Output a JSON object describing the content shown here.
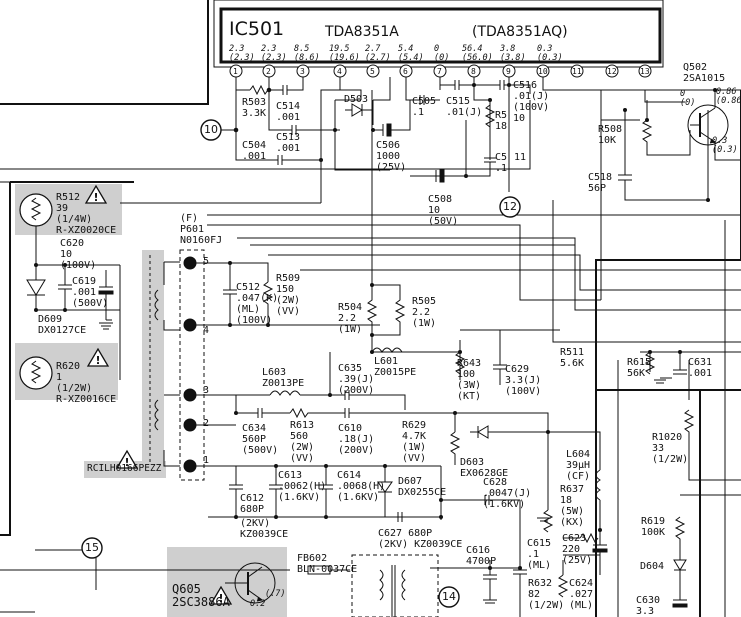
{
  "ic": {
    "ref": "IC501",
    "part": "TDA8351A",
    "alt": "(TDA8351AQ)"
  },
  "ic_pins": [
    "1",
    "2",
    "3",
    "4",
    "5",
    "6",
    "7",
    "8",
    "9",
    "10",
    "11",
    "12",
    "13"
  ],
  "ic_pin_voltages": [
    [
      "2.3",
      "(2.3)"
    ],
    [
      "2.3",
      "(2.3)"
    ],
    [
      "8.5",
      "(8.6)"
    ],
    [
      "19.5",
      "(19.6)"
    ],
    [
      "2.7",
      "(2.7)"
    ],
    [
      "5.4",
      "(5.4)"
    ],
    [
      "0",
      "(0)"
    ],
    [
      "56.4",
      "(56.0)"
    ],
    [
      "3.8",
      "(3.8)"
    ],
    [
      "0.3",
      "(0.3)"
    ]
  ],
  "nodes": {
    "n10": "10",
    "n12": "12",
    "n14": "14",
    "n15": "15"
  },
  "transistors": {
    "q502": {
      "ref": "Q502",
      "part": "2SA1015",
      "v1": "0",
      "v1b": "(0)",
      "v2": "0.86",
      "v2b": "(0.86)",
      "v3": "0.3",
      "v3b": "(0.3)"
    },
    "q605": {
      "ref": "Q605",
      "part": "2SC3886A",
      "v1": "0.2",
      "v2": "(.7)"
    }
  },
  "connector": {
    "title": "(F)",
    "ref": "P601",
    "part": "N0160FJ",
    "pins": [
      "5",
      "4",
      "3",
      "2",
      "1"
    ]
  },
  "flyback": {
    "ref": "FB602",
    "part": "BLN-0037CE"
  },
  "coil_part": "RCILH0166PEZZ",
  "components": [
    {
      "id": "r503",
      "lines": [
        "R503",
        "3.3K"
      ]
    },
    {
      "id": "c514",
      "lines": [
        "C514",
        ".001"
      ]
    },
    {
      "id": "c513",
      "lines": [
        "C513",
        ".001"
      ]
    },
    {
      "id": "c504",
      "lines": [
        "C504",
        ".001"
      ]
    },
    {
      "id": "d503",
      "lines": [
        "D503"
      ]
    },
    {
      "id": "c505",
      "lines": [
        "C505",
        ".1"
      ]
    },
    {
      "id": "c515",
      "lines": [
        "C515",
        ".01(J)"
      ]
    },
    {
      "id": "c516",
      "lines": [
        "C516",
        ".01(J)",
        "(100V)",
        "10"
      ]
    },
    {
      "id": "r5",
      "lines": [
        "R5",
        "18"
      ]
    },
    {
      "id": "c506",
      "lines": [
        "C506",
        "1000",
        "(25V)"
      ]
    },
    {
      "id": "c5",
      "lines": [
        "C5",
        ".1"
      ]
    },
    {
      "id": "c5n",
      "lines": [
        "11"
      ]
    },
    {
      "id": "c508",
      "lines": [
        "C508",
        "10",
        "(50V)"
      ]
    },
    {
      "id": "r508",
      "lines": [
        "R508",
        "10K"
      ]
    },
    {
      "id": "c518",
      "lines": [
        "C518",
        "56P"
      ]
    },
    {
      "id": "r512",
      "lines": [
        "R512",
        "39",
        "(1/4W)",
        "R-XZ0020CE"
      ]
    },
    {
      "id": "c620",
      "lines": [
        "C620",
        "10",
        "(100V)"
      ]
    },
    {
      "id": "c619",
      "lines": [
        "C619",
        ".001",
        "(500V)"
      ]
    },
    {
      "id": "d609",
      "lines": [
        "D609",
        "DX0127CE"
      ]
    },
    {
      "id": "c512",
      "lines": [
        "C512",
        ".047(K)",
        "(ML)",
        "(100V)"
      ]
    },
    {
      "id": "r509",
      "lines": [
        "R509",
        "150",
        "(2W)",
        "(VV)"
      ]
    },
    {
      "id": "r504",
      "lines": [
        "R504",
        "2.2",
        "(1W)"
      ]
    },
    {
      "id": "r505",
      "lines": [
        "R505",
        "2.2",
        "(1W)"
      ]
    },
    {
      "id": "r620",
      "lines": [
        "R620",
        "1",
        "(1/2W)",
        "R-XZ0016CE"
      ]
    },
    {
      "id": "l603",
      "lines": [
        "L603",
        "Z0013PE"
      ]
    },
    {
      "id": "l601",
      "lines": [
        "L601",
        "Z0015PE"
      ]
    },
    {
      "id": "c635",
      "lines": [
        "C635",
        ".39(J)",
        "(200V)"
      ]
    },
    {
      "id": "r643",
      "lines": [
        "R643",
        "100",
        "(3W)",
        "(KT)"
      ]
    },
    {
      "id": "c629",
      "lines": [
        "C629",
        "3.3(J)",
        "(100V)"
      ]
    },
    {
      "id": "r511",
      "lines": [
        "R511",
        "5.6K"
      ]
    },
    {
      "id": "r615",
      "lines": [
        "R615",
        "56K"
      ]
    },
    {
      "id": "c631",
      "lines": [
        "C631",
        ".001"
      ]
    },
    {
      "id": "c634",
      "lines": [
        "C634",
        "560P",
        "(500V)"
      ]
    },
    {
      "id": "r613",
      "lines": [
        "R613",
        "560",
        "(2W)",
        "(VV)"
      ]
    },
    {
      "id": "c610",
      "lines": [
        "C610",
        ".18(J)",
        "(200V)"
      ]
    },
    {
      "id": "r629",
      "lines": [
        "R629",
        "4.7K",
        "(1W)",
        "(VV)"
      ]
    },
    {
      "id": "d603",
      "lines": [
        "D603",
        "EX0628GE"
      ]
    },
    {
      "id": "l604",
      "lines": [
        "L604",
        "39μH",
        "(CF)"
      ]
    },
    {
      "id": "r1020",
      "lines": [
        "R1020",
        "33",
        "(1/2W)"
      ]
    },
    {
      "id": "c612",
      "lines": [
        "C612",
        "680P"
      ]
    },
    {
      "id": "c612b",
      "lines": [
        "(2KV)",
        "KZ0039CE"
      ]
    },
    {
      "id": "c613",
      "lines": [
        "C613",
        ".0062(H)",
        "(1.6KV)"
      ]
    },
    {
      "id": "c614",
      "lines": [
        "C614",
        ".0068(H)",
        "(1.6KV)"
      ]
    },
    {
      "id": "d607",
      "lines": [
        "D607",
        "DX0255CE"
      ]
    },
    {
      "id": "c628",
      "lines": [
        "C628",
        ".0047(J)",
        "(1.6KV)"
      ]
    },
    {
      "id": "r637",
      "lines": [
        "R637",
        "18",
        "(5W)",
        "(KX)"
      ]
    },
    {
      "id": "c627",
      "lines": [
        "C627 680P",
        "(2KV) KZ0039CE"
      ]
    },
    {
      "id": "c616",
      "lines": [
        "C616",
        "4700P"
      ]
    },
    {
      "id": "c615",
      "lines": [
        "C615",
        ".1",
        "(ML)"
      ]
    },
    {
      "id": "c623",
      "lines": [
        "C623",
        "220",
        "(25V)"
      ]
    },
    {
      "id": "r632",
      "lines": [
        "R632",
        "82",
        "(1/2W)"
      ]
    },
    {
      "id": "c624",
      "lines": [
        "C624",
        ".027",
        "(ML)"
      ]
    },
    {
      "id": "r619",
      "lines": [
        "R619",
        "100K"
      ]
    },
    {
      "id": "d604",
      "lines": [
        "D604"
      ]
    },
    {
      "id": "c630",
      "lines": [
        "C630",
        "3.3"
      ]
    }
  ]
}
